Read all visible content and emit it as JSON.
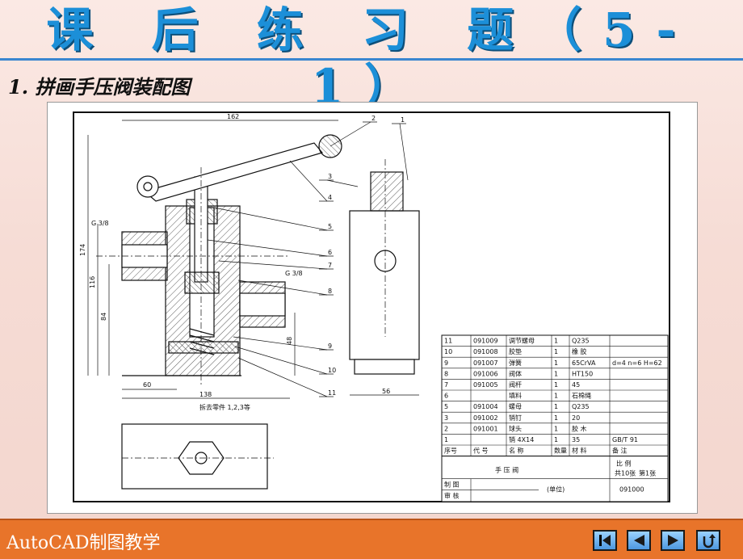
{
  "title": "课 后 练 习 题（5-1）",
  "subtitle": "1.  拼画手压阀装配图",
  "footer": {
    "text": "AutoCAD制图教学"
  },
  "nav": {
    "first": "first-page-icon",
    "prev": "previous-page-icon",
    "next": "next-page-icon",
    "back": "return-icon"
  },
  "drawing": {
    "dims": {
      "d162": "162",
      "d174": "174",
      "d116": "116",
      "d84": "84",
      "d60": "60",
      "d138": "138",
      "d56": "56",
      "d48": "48"
    },
    "thread_a": "G 3/8",
    "thread_b": "G 3/8",
    "remove_note": "拆去零件 1,2,3等",
    "callouts": [
      "1",
      "2",
      "3",
      "4",
      "5",
      "6",
      "7",
      "8",
      "9",
      "10",
      "11"
    ],
    "bom": [
      {
        "no": "11",
        "code": "091009",
        "name": "调节螺母",
        "qty": "1",
        "mat": "Q235",
        "note": ""
      },
      {
        "no": "10",
        "code": "091008",
        "name": "胶垫",
        "qty": "1",
        "mat": "橡 胶",
        "note": ""
      },
      {
        "no": "9",
        "code": "091007",
        "name": "弹簧",
        "qty": "1",
        "mat": "65CrVA",
        "note": "d=4 n=6 H=62"
      },
      {
        "no": "8",
        "code": "091006",
        "name": "阀体",
        "qty": "1",
        "mat": "HT150",
        "note": ""
      },
      {
        "no": "7",
        "code": "091005",
        "name": "阀杆",
        "qty": "1",
        "mat": "45",
        "note": ""
      },
      {
        "no": "6",
        "code": "",
        "name": "填料",
        "qty": "1",
        "mat": "石棉绳",
        "note": ""
      },
      {
        "no": "5",
        "code": "091004",
        "name": "螺母",
        "qty": "1",
        "mat": "Q235",
        "note": ""
      },
      {
        "no": "3",
        "code": "091002",
        "name": "销钉",
        "qty": "1",
        "mat": "20",
        "note": ""
      },
      {
        "no": "2",
        "code": "091001",
        "name": "球头",
        "qty": "1",
        "mat": "胶 木",
        "note": ""
      },
      {
        "no": "1",
        "code": "",
        "name": "销 4X14",
        "qty": "1",
        "mat": "35",
        "note": "GB/T 91"
      }
    ],
    "bom_header": {
      "no": "序号",
      "code": "代 号",
      "name": "名 称",
      "qty": "数量",
      "mat": "材 料",
      "note": "备 注"
    },
    "title_block": {
      "name": "手 压 阀",
      "scale_label": "比 例",
      "sheets": "共10张",
      "sheet_no": "第1张",
      "drawn": "制 图",
      "checked": "审 核",
      "unit": "(单位)",
      "code": "091000"
    }
  }
}
